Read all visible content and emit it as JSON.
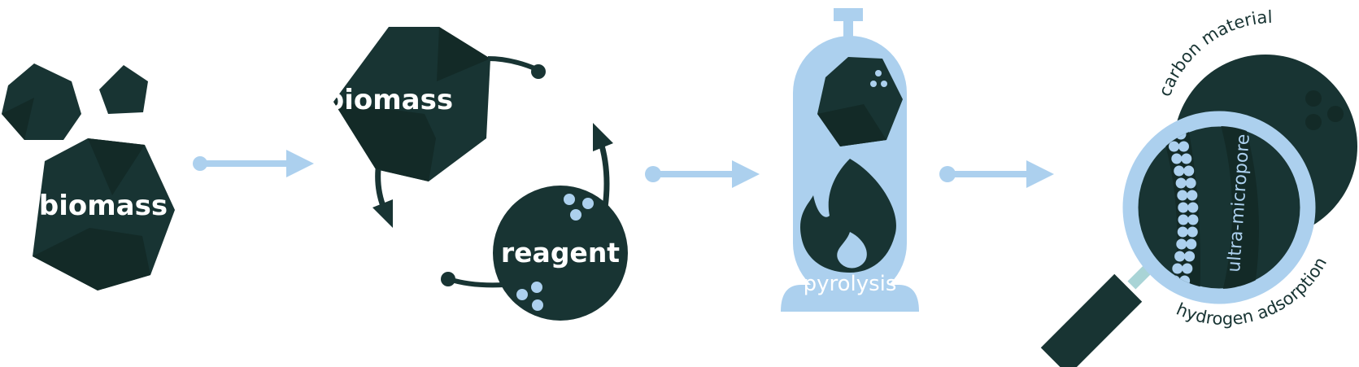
{
  "colors": {
    "dark": "#183433",
    "darker": "#132a27",
    "blue": "#acd0ee",
    "teal": "#a9d4d6"
  },
  "stage1": {
    "label": "biomass"
  },
  "stage2": {
    "biomass_label": "biomass",
    "reagent_label": "reagent"
  },
  "stage3": {
    "label": "pyrolysis"
  },
  "stage4": {
    "top_label": "carbon material",
    "pore_label": "ultra-micropore",
    "bottom_label": "hydrogen adsorption"
  }
}
